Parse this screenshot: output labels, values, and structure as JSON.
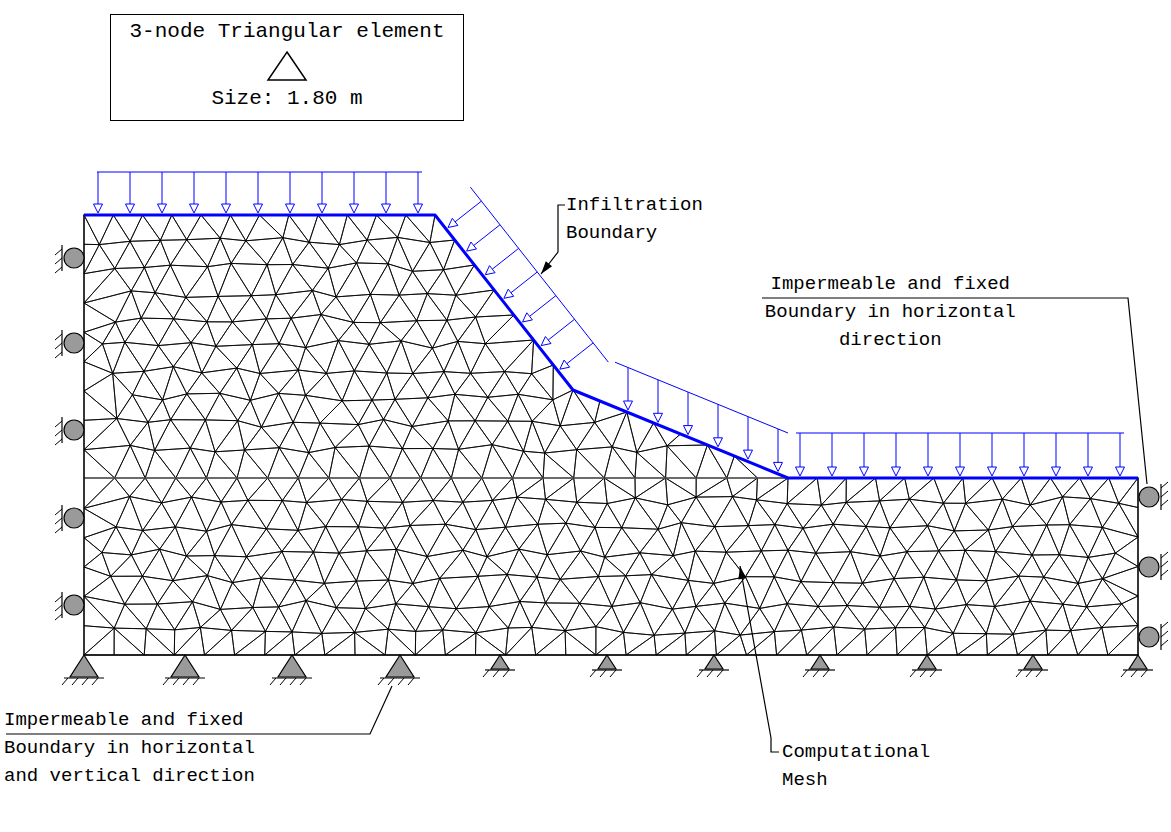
{
  "diagram": {
    "nodes": [
      {
        "text": [
          "3-node Triangular element",
          "Size: 1.80 m"
        ]
      }
    ],
    "labels": [
      "Infiltration Boundary",
      "Impermeable and fixed Boundary in horizontal direction",
      "Impermeable and fixed Boundary in horizontal and vertical direction",
      "Computational Mesh"
    ]
  }
}
